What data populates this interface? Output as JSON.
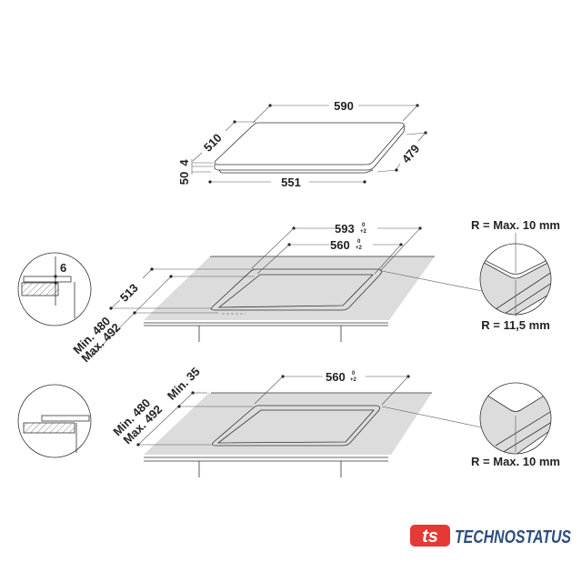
{
  "top_view": {
    "width": "590",
    "depth": "510",
    "depth_right": "479",
    "front": "551",
    "glass_thickness": "4",
    "height": "50"
  },
  "middle_view": {
    "dim_593": "593",
    "dim_560": "560",
    "tol_top": "0",
    "tol_bottom": "+2",
    "dim_513": "513",
    "min_480": "Min. 480",
    "max_492": "Max. 492",
    "detail_left_value": "6",
    "radius_top": "R = Max. 10 mm",
    "radius_bottom": "R = 11,5 mm"
  },
  "bottom_view": {
    "dim_560": "560",
    "tol_top": "0",
    "tol_bottom": "+2",
    "min_35": "Min. 35",
    "min_480": "Min. 480",
    "max_492": "Max. 492",
    "radius": "R = Max. 10 mm"
  },
  "logo": {
    "text": "TECHNOSTATUS",
    "mark": "ts",
    "color_red": "#e53935",
    "color_blue": "#2d4e7e"
  }
}
